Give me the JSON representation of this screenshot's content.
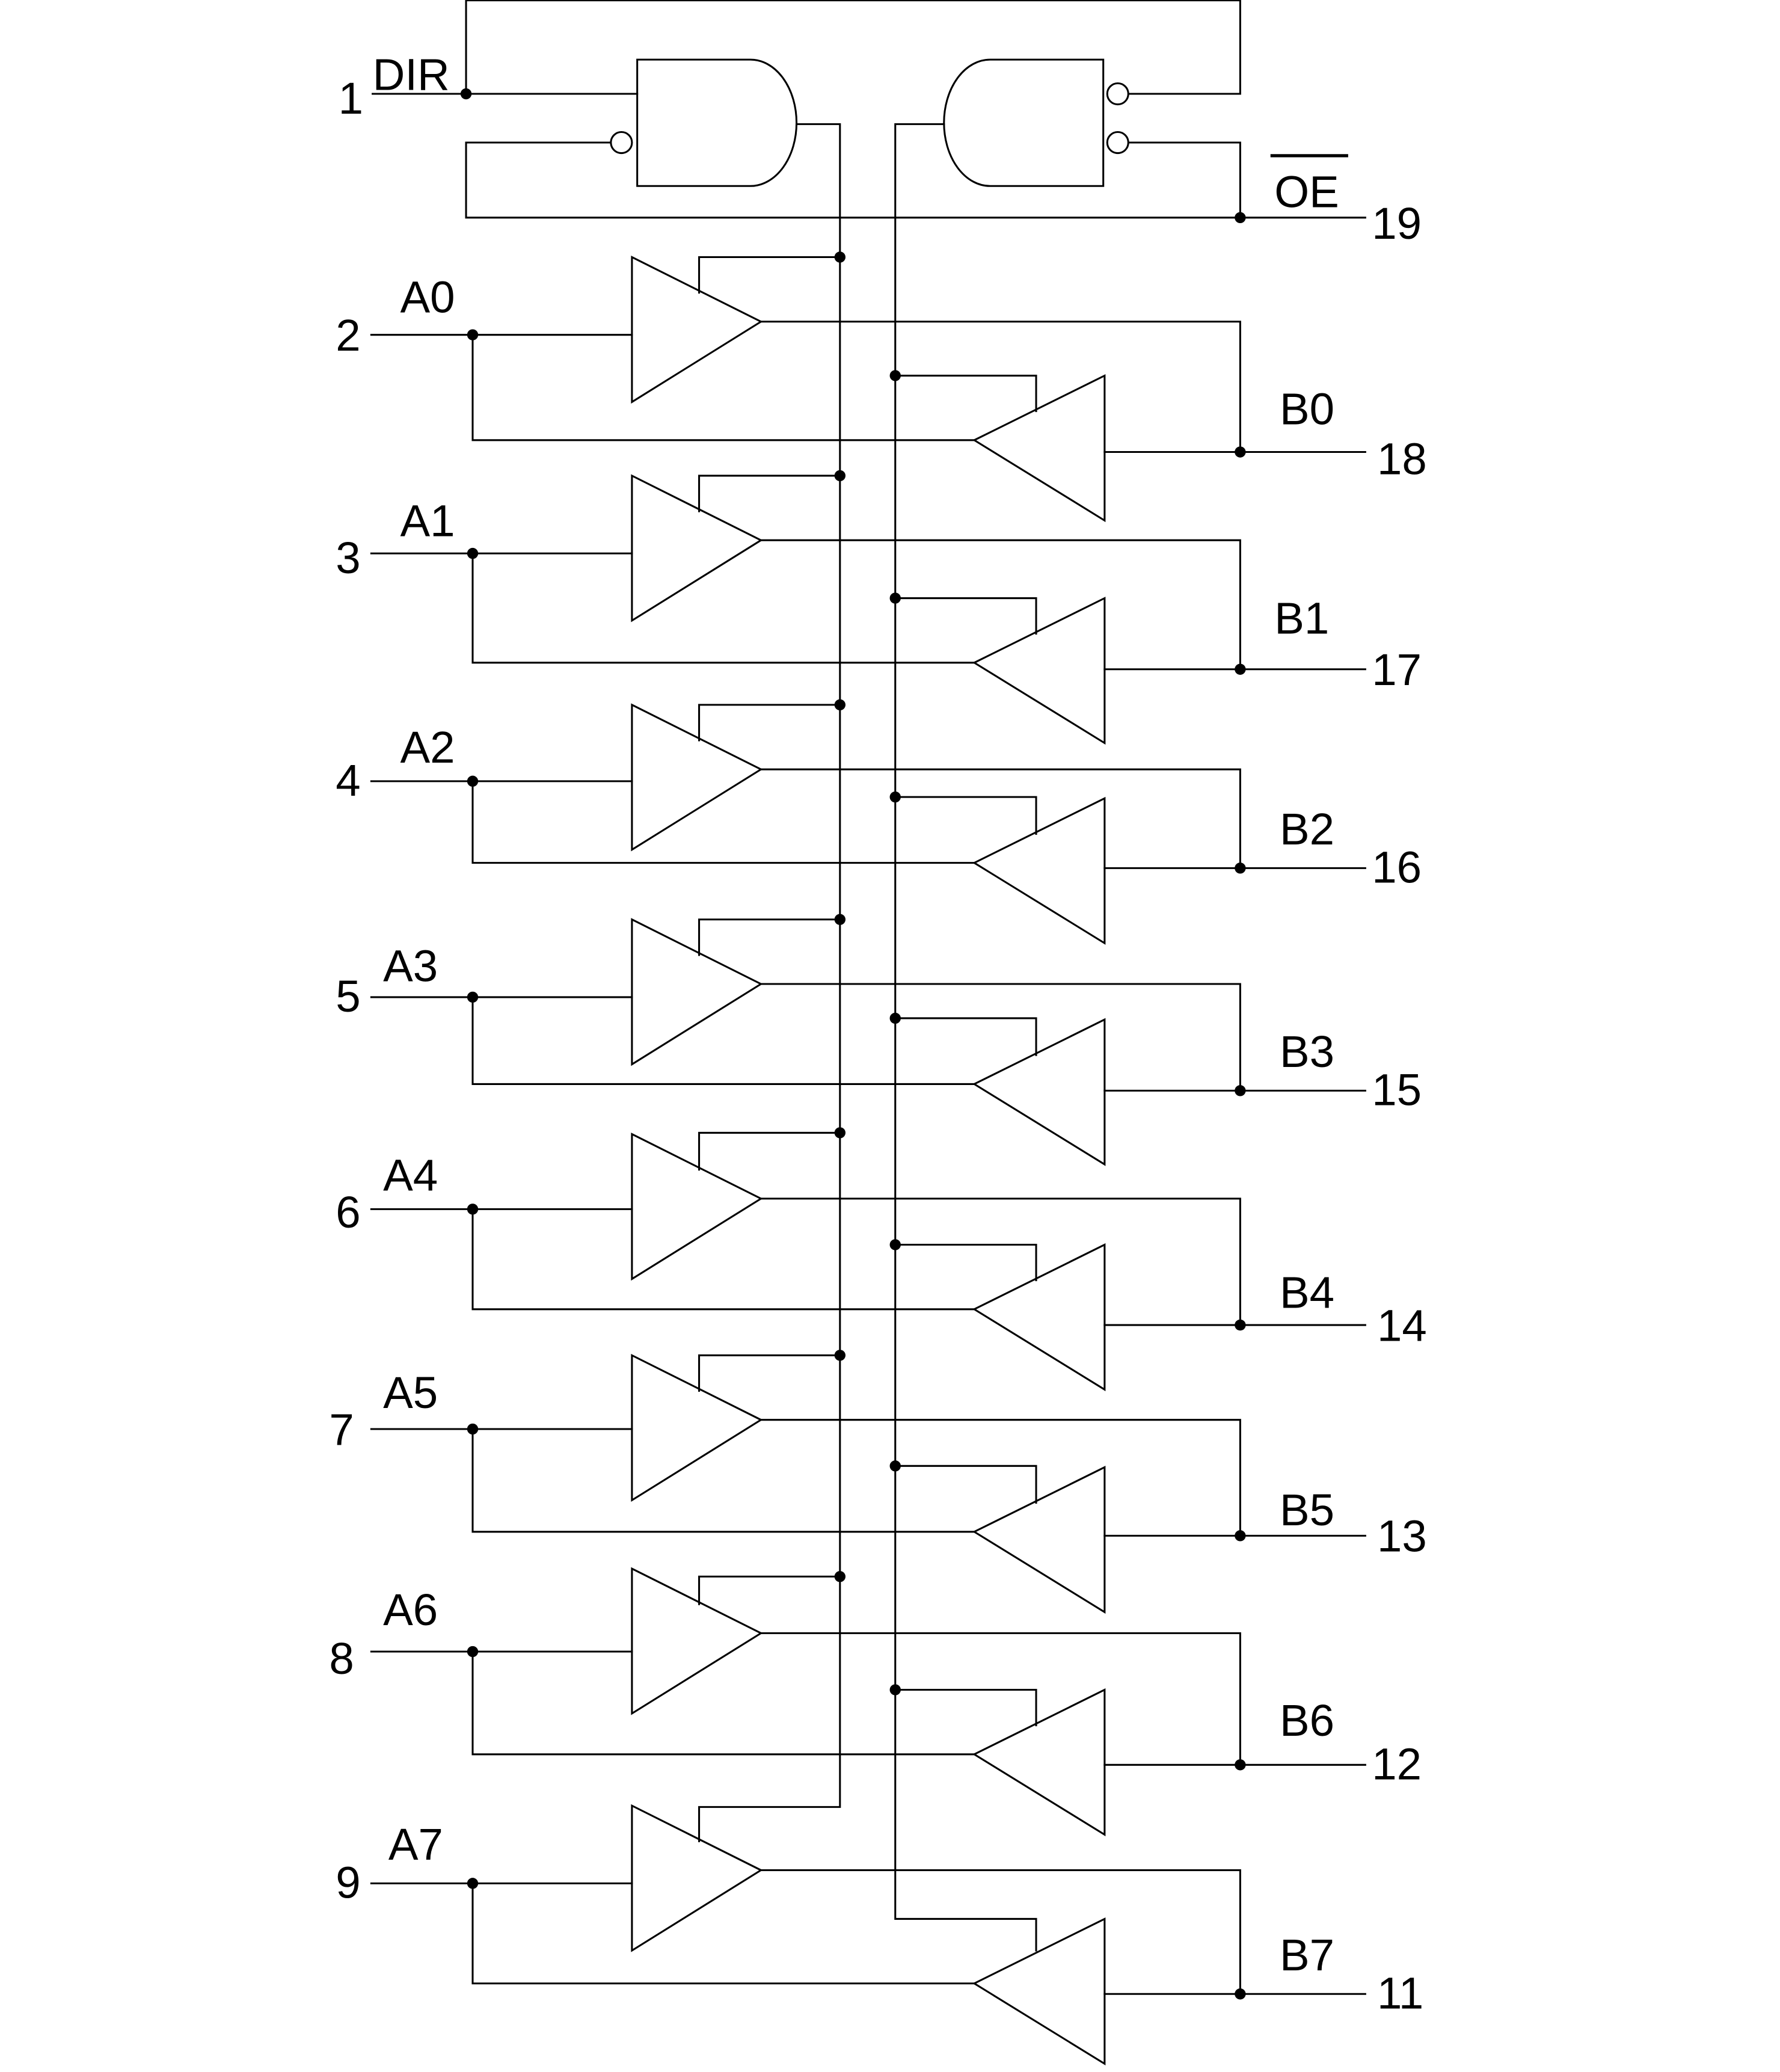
{
  "diagram": {
    "colors": {
      "line": "#000000",
      "background": "#ffffff"
    },
    "control": {
      "dir": {
        "label": "DIR",
        "pin": "1"
      },
      "oe": {
        "label": "OE",
        "pin": "19",
        "overbar": true
      }
    },
    "channels": [
      {
        "a_label": "A0",
        "a_pin": "2",
        "b_label": "B0",
        "b_pin": "18"
      },
      {
        "a_label": "A1",
        "a_pin": "3",
        "b_label": "B1",
        "b_pin": "17"
      },
      {
        "a_label": "A2",
        "a_pin": "4",
        "b_label": "B2",
        "b_pin": "16"
      },
      {
        "a_label": "A3",
        "a_pin": "5",
        "b_label": "B3",
        "b_pin": "15"
      },
      {
        "a_label": "A4",
        "a_pin": "6",
        "b_label": "B4",
        "b_pin": "14"
      },
      {
        "a_label": "A5",
        "a_pin": "7",
        "b_label": "B5",
        "b_pin": "13"
      },
      {
        "a_label": "A6",
        "a_pin": "8",
        "b_label": "B6",
        "b_pin": "12"
      },
      {
        "a_label": "A7",
        "a_pin": "9",
        "b_label": "B7",
        "b_pin": "11"
      }
    ]
  }
}
